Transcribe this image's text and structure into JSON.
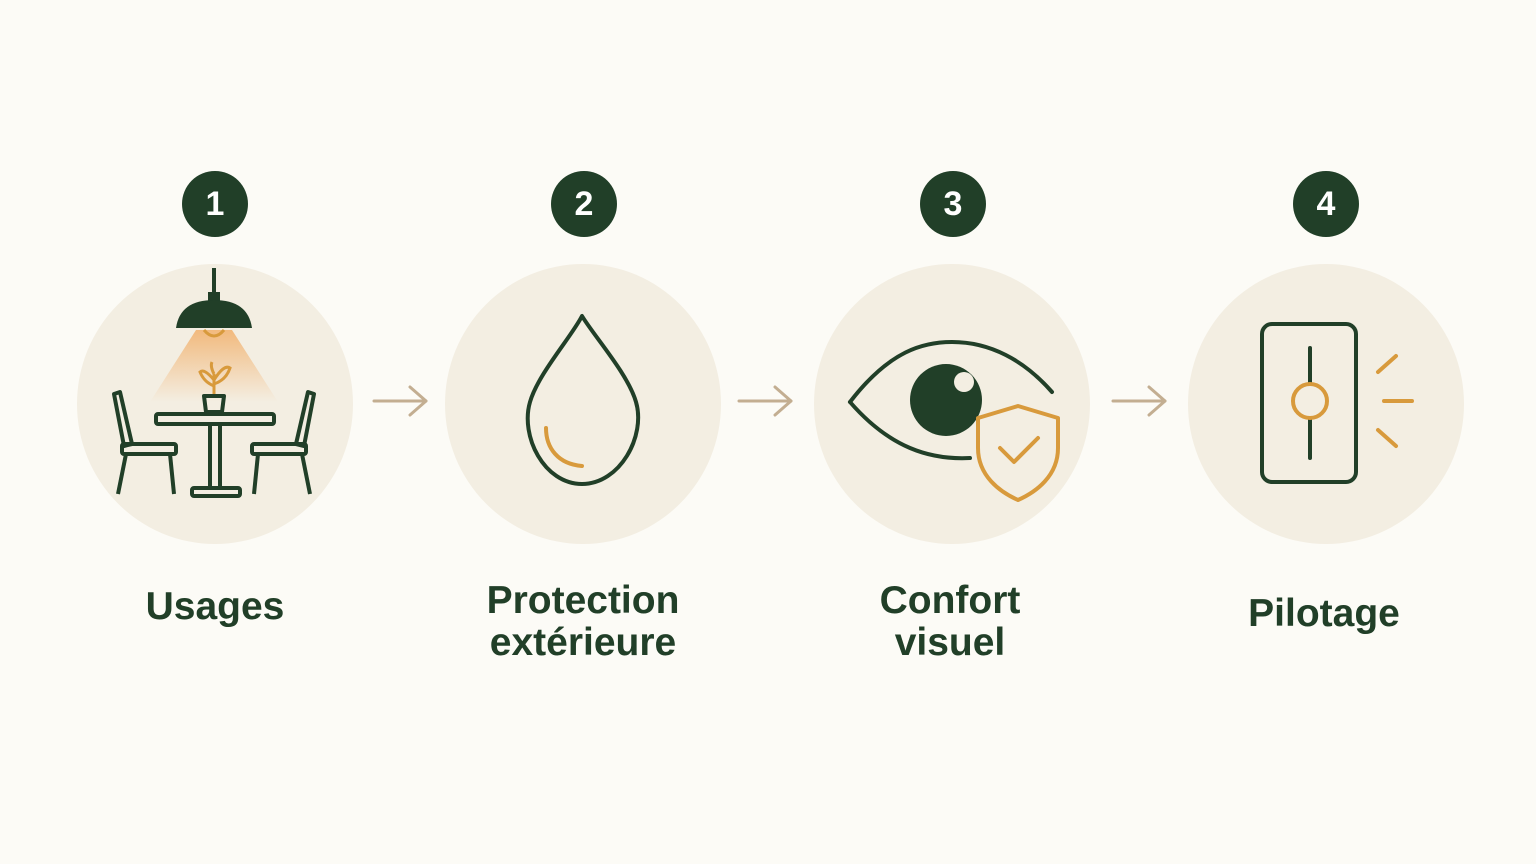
{
  "colors": {
    "background": "#fcfbf6",
    "badge": "#213f28",
    "disc": "#f3eee2",
    "icon_line": "#213f28",
    "accent": "#d89a3c",
    "arrow": "#c3ae91",
    "label": "#213f28"
  },
  "steps": [
    {
      "number": "1",
      "label": "Usages",
      "icon": "dining-table-lamp-icon"
    },
    {
      "number": "2",
      "label": "Protection\nextérieure",
      "icon": "water-drop-icon"
    },
    {
      "number": "3",
      "label": "Confort\nvisuel",
      "icon": "eye-shield-icon"
    },
    {
      "number": "4",
      "label": "Pilotage",
      "icon": "control-panel-icon"
    }
  ]
}
